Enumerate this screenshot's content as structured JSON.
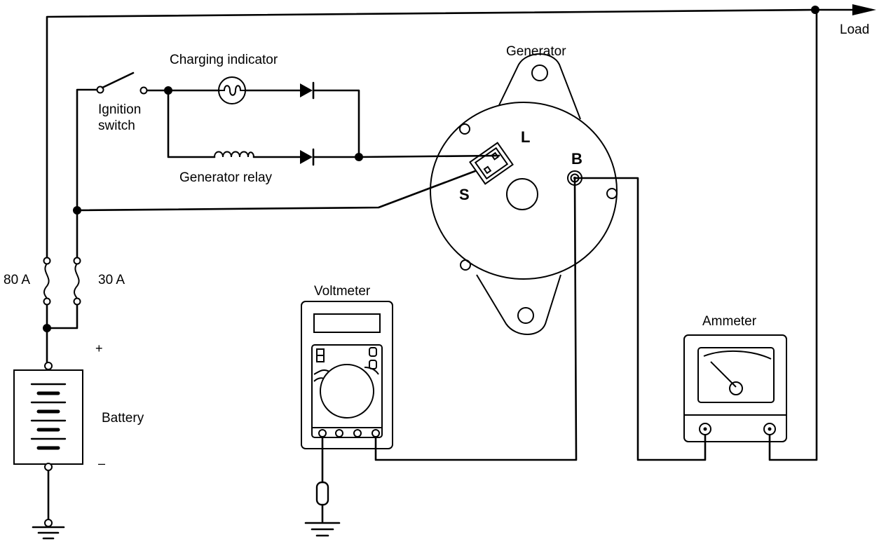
{
  "labels": {
    "load": "Load",
    "charging_indicator": "Charging indicator",
    "generator": "Generator",
    "ignition_switch_line1": "Ignition",
    "ignition_switch_line2": "switch",
    "generator_relay": "Generator relay",
    "terminal_l": "L",
    "terminal_b": "B",
    "terminal_s": "S",
    "fuse_80": "80 A",
    "fuse_30": "30 A",
    "battery": "Battery",
    "battery_plus": "+",
    "battery_minus": "–",
    "voltmeter": "Voltmeter",
    "ammeter": "Ammeter"
  },
  "colors": {
    "ink": "#000000",
    "paper": "#ffffff"
  }
}
